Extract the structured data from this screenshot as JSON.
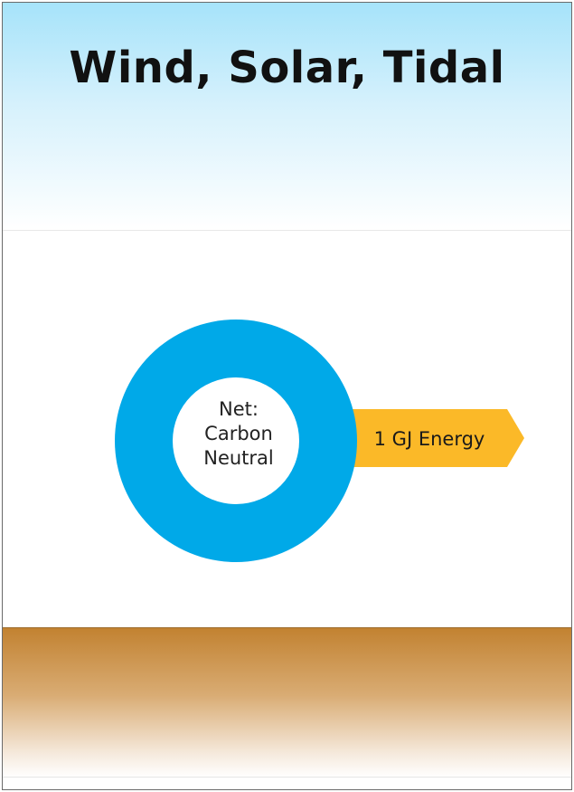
{
  "title": "Wind, Solar, Tidal",
  "ring": {
    "label_lines": [
      "Net:",
      "Carbon",
      "Neutral"
    ],
    "color": "#00a9e8"
  },
  "arrow": {
    "label": "1 GJ Energy",
    "color": "#fbb928"
  },
  "colors": {
    "sky": "#a6e3fa",
    "ground": "#c28231"
  }
}
